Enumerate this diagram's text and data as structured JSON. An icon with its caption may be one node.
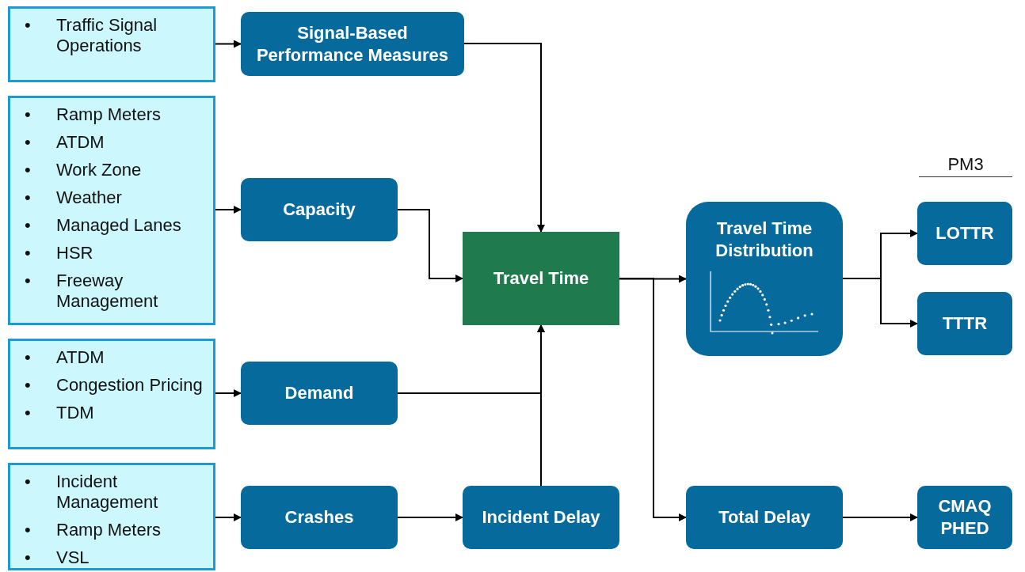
{
  "diagram": {
    "nodes": [
      {
        "text": [
          "• Traffic Signal Operations"
        ]
      },
      {
        "text": [
          "• Ramp Meters",
          "• ATDM",
          "• Work Zone",
          "• Weather",
          "• Managed Lanes",
          "• HSR",
          "• Freeway Management"
        ]
      },
      {
        "text": [
          "• ATDM",
          "• Congestion Pricing",
          "• TDM"
        ]
      },
      {
        "text": [
          "• Incident Management",
          "• Ramp Meters",
          "• VSL"
        ]
      },
      {
        "text": [
          "Signal-Based Performance Measures"
        ]
      },
      {
        "text": [
          "Capacity"
        ]
      },
      {
        "text": [
          "Demand"
        ]
      },
      {
        "text": [
          "Crashes"
        ]
      },
      {
        "text": [
          "Travel Time"
        ]
      },
      {
        "text": [
          "Incident Delay"
        ]
      },
      {
        "text": [
          "Travel Time Distribution"
        ]
      },
      {
        "text": [
          "Total Delay"
        ]
      },
      {
        "text": [
          "LOTTR"
        ]
      },
      {
        "text": [
          "TTTR"
        ]
      },
      {
        "text": [
          "CMAQ PHED"
        ]
      }
    ],
    "edges": [
      {
        "from": 0,
        "to": 4,
        "arrow": "to"
      },
      {
        "from": 1,
        "to": 5,
        "arrow": "to"
      },
      {
        "from": 2,
        "to": 6,
        "arrow": "to"
      },
      {
        "from": 3,
        "to": 7,
        "arrow": "to"
      },
      {
        "from": 4,
        "to": 8,
        "arrow": "to"
      },
      {
        "from": 5,
        "to": 8,
        "arrow": "to"
      },
      {
        "from": 6,
        "to": 8,
        "arrow": "to"
      },
      {
        "from": 7,
        "to": 9,
        "arrow": "to"
      },
      {
        "from": 9,
        "to": 8,
        "arrow": "to"
      },
      {
        "from": 8,
        "to": 10,
        "arrow": "to"
      },
      {
        "from": 8,
        "to": 11,
        "arrow": "to"
      },
      {
        "from": 10,
        "to": 12,
        "arrow": "to"
      },
      {
        "from": 10,
        "to": 13,
        "arrow": "to"
      },
      {
        "from": 11,
        "to": 14,
        "arrow": "to"
      }
    ],
    "labels": [
      "PM3"
    ]
  }
}
